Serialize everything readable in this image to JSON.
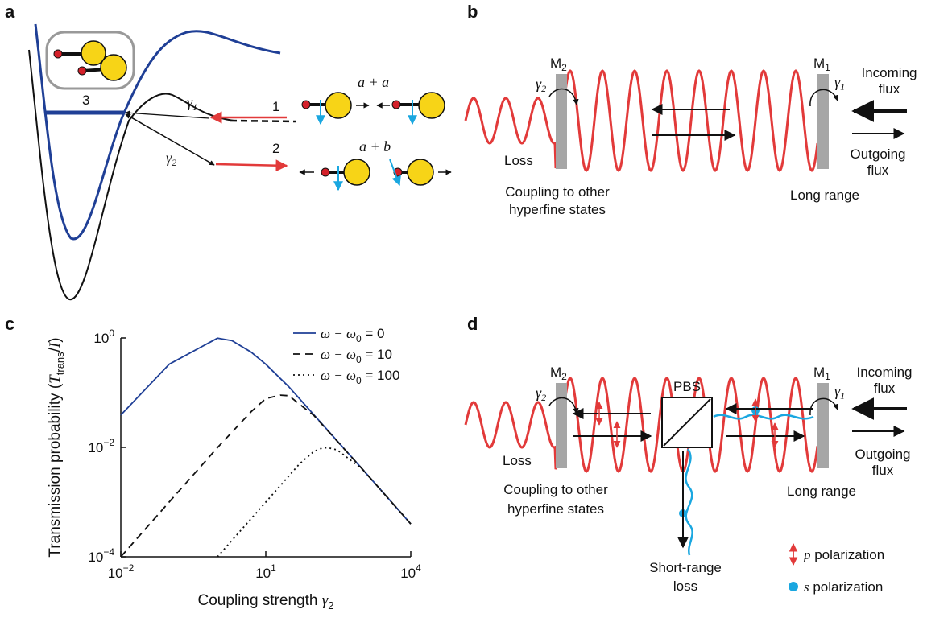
{
  "panels": {
    "a": {
      "label": "a",
      "num_1": "1",
      "num_2": "2",
      "num_3": "3",
      "gamma1_sym": "γ",
      "gamma1_sub": "1",
      "gamma2_sym": "γ",
      "gamma2_sub": "2",
      "aa_label": "a + a",
      "ab_label": "a + b"
    },
    "b": {
      "label": "b",
      "m2": "M",
      "m2_sub": "2",
      "m1": "M",
      "m1_sub": "1",
      "gamma2_sym": "γ",
      "gamma2_sub": "2",
      "gamma1_sym": "γ",
      "gamma1_sub": "1",
      "incoming_1": "Incoming",
      "incoming_2": "flux",
      "outgoing_1": "Outgoing",
      "outgoing_2": "flux",
      "loss": "Loss",
      "coupling_1": "Coupling to other",
      "coupling_2": "hyperfine states",
      "long_range": "Long range"
    },
    "c": {
      "label": "c"
    },
    "d": {
      "label": "d",
      "m2": "M",
      "m2_sub": "2",
      "m1": "M",
      "m1_sub": "1",
      "gamma2_sym": "γ",
      "gamma2_sub": "2",
      "gamma1_sym": "γ",
      "gamma1_sub": "1",
      "pbs": "PBS",
      "incoming_1": "Incoming",
      "incoming_2": "flux",
      "outgoing_1": "Outgoing",
      "outgoing_2": "flux",
      "loss": "Loss",
      "coupling_1": "Coupling to other",
      "coupling_2": "hyperfine states",
      "long_range": "Long range",
      "short_range_1": "Short-range",
      "short_range_2": "loss",
      "p_pol_sym": "p",
      "p_pol_text": " polarization",
      "s_pol_sym": "s",
      "s_pol_text": " polarization"
    }
  },
  "colors": {
    "blue_curve": "#1f3f96",
    "red": "#e23a3a",
    "yellow": "#f7d417",
    "cyan": "#1aa7e0",
    "grey_mirror": "#a6a6a6",
    "dark_red_atom": "#d4202a"
  },
  "chart_data": {
    "type": "line",
    "xlabel": "Coupling strength γ2",
    "ylabel": "Transmission probability (Ttrans/I)",
    "x_scale": "log",
    "y_scale": "log",
    "xlim": [
      0.01,
      10000
    ],
    "ylim": [
      0.0001,
      1
    ],
    "x_ticks": [
      {
        "value": 0.01,
        "base": "10",
        "exp": "−2"
      },
      {
        "value": 10,
        "base": "10",
        "exp": "1"
      },
      {
        "value": 10000,
        "base": "10",
        "exp": "4"
      }
    ],
    "y_ticks": [
      {
        "value": 1,
        "base": "10",
        "exp": "0"
      },
      {
        "value": 0.01,
        "base": "10",
        "exp": "−2"
      },
      {
        "value": 0.0001,
        "base": "10",
        "exp": "−4"
      }
    ],
    "legend_position": "top-right",
    "series": [
      {
        "name": "ω − ω0 = 0",
        "legend_lhs": "ω − ω",
        "legend_sub": "0",
        "legend_rhs": " = 0",
        "style": "solid",
        "color": "#1f3f96",
        "x": [
          0.01,
          0.1,
          1,
          2,
          5,
          10,
          30,
          100,
          1000,
          10000
        ],
        "y": [
          0.039,
          0.33,
          0.99,
          0.89,
          0.55,
          0.33,
          0.128,
          0.039,
          0.004,
          0.0004
        ]
      },
      {
        "name": "ω − ω0 = 10",
        "legend_lhs": "ω − ω",
        "legend_sub": "0",
        "legend_rhs": " = 10",
        "style": "dashed",
        "color": "#111111",
        "x": [
          0.01,
          0.1,
          1,
          5,
          10,
          20,
          30,
          100,
          1000,
          10000
        ],
        "y": [
          0.0001,
          0.001,
          0.0099,
          0.045,
          0.078,
          0.09,
          0.088,
          0.038,
          0.004,
          0.0004
        ]
      },
      {
        "name": "ω − ω0 = 100",
        "legend_lhs": "ω − ω",
        "legend_sub": "0",
        "legend_rhs": " = 100",
        "style": "dotted",
        "color": "#111111",
        "x": [
          1,
          10,
          50,
          100,
          150,
          200,
          300,
          1000,
          10000
        ],
        "y": [
          0.0001,
          0.001,
          0.005,
          0.0085,
          0.0098,
          0.0098,
          0.009,
          0.004,
          0.0004
        ]
      }
    ]
  }
}
